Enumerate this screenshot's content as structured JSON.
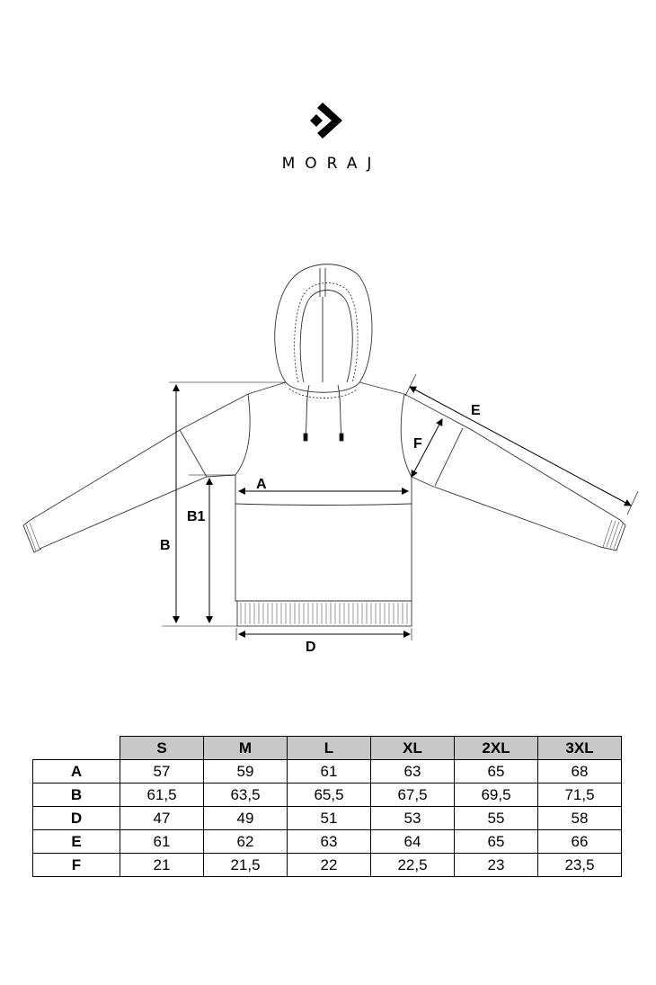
{
  "brand": {
    "name": "MORAJ",
    "logo_icon": "moraj-arrow-logo"
  },
  "diagram": {
    "labels": {
      "a": "A",
      "b": "B",
      "b1": "B1",
      "d": "D",
      "e": "E",
      "f": "F"
    }
  },
  "size_table": {
    "columns": [
      "S",
      "M",
      "L",
      "XL",
      "2XL",
      "3XL"
    ],
    "rows": [
      {
        "label": "A",
        "values": [
          "57",
          "59",
          "61",
          "63",
          "65",
          "68"
        ]
      },
      {
        "label": "B",
        "values": [
          "61,5",
          "63,5",
          "65,5",
          "67,5",
          "69,5",
          "71,5"
        ]
      },
      {
        "label": "D",
        "values": [
          "47",
          "49",
          "51",
          "53",
          "55",
          "58"
        ]
      },
      {
        "label": "E",
        "values": [
          "61",
          "62",
          "63",
          "64",
          "65",
          "66"
        ]
      },
      {
        "label": "F",
        "values": [
          "21",
          "21,5",
          "22",
          "22,5",
          "23",
          "23,5"
        ]
      }
    ],
    "header_color": "#c8c8c8"
  }
}
